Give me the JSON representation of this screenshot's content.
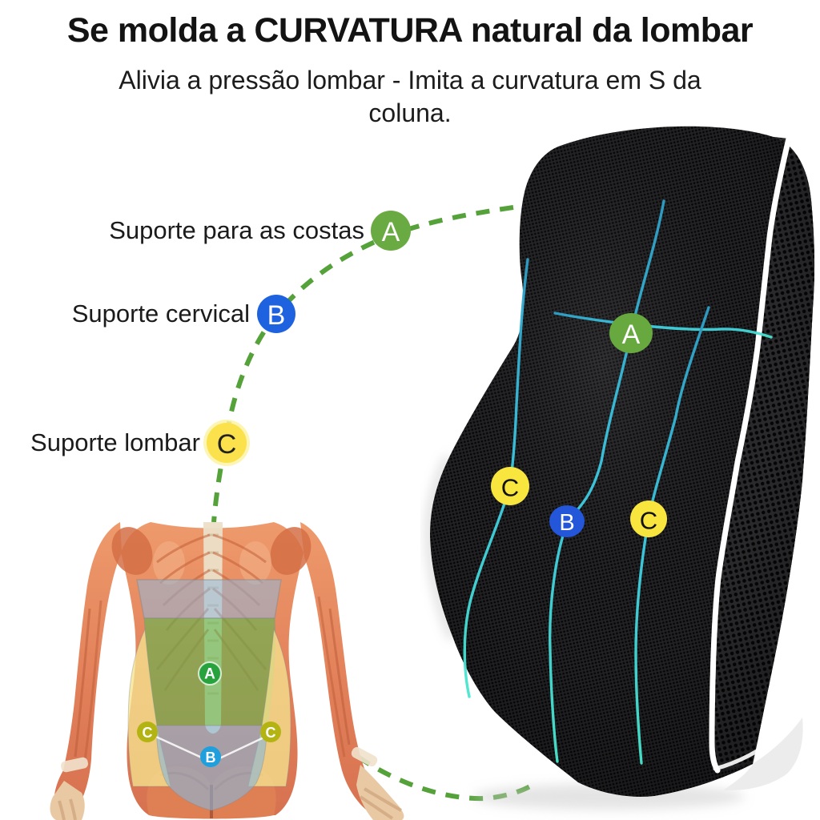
{
  "title": "Se molda a CURVATURA natural da lombar",
  "subtitle": "Alivia a pressão lombar - Imita a curvatura em S da coluna.",
  "subtitle_lines": [
    "Alivia a pressão lombar - Imita a curvatura em S da",
    "coluna."
  ],
  "callouts": [
    {
      "label": "Suporte para as costas",
      "letter": "A",
      "circle_color": "#6aaa43",
      "letter_color": "#ffffff"
    },
    {
      "label": "Suporte cervical",
      "letter": "B",
      "circle_color": "#1f62e0",
      "letter_color": "#ffffff"
    },
    {
      "label": "Suporte lombar",
      "letter": "C",
      "circle_color": "#fbe14c",
      "letter_color": "#222222"
    }
  ],
  "cushion": {
    "markers": [
      {
        "letter": "A",
        "circle_color": "#67a93f",
        "letter_color": "#ffffff"
      },
      {
        "letter": "C",
        "circle_color": "#f8e53e",
        "letter_color": "#111111"
      },
      {
        "letter": "B",
        "circle_color": "#2356d8",
        "letter_color": "#ffffff"
      },
      {
        "letter": "C",
        "circle_color": "#f8e53e",
        "letter_color": "#111111"
      }
    ]
  },
  "anatomy": {
    "markers": [
      {
        "letter": "A",
        "circle_color": "#28a23c",
        "letter_color": "#ffffff"
      },
      {
        "letter": "C",
        "circle_color": "#b3b412",
        "letter_color": "#ffffff"
      },
      {
        "letter": "C",
        "circle_color": "#b3b412",
        "letter_color": "#ffffff"
      },
      {
        "letter": "B",
        "circle_color": "#1fa0dc",
        "letter_color": "#ffffff"
      }
    ]
  },
  "colors": {
    "dashed_line_green": "#55a13a",
    "flow_line_cyan": "#3fd0d8",
    "title_text": "#131313",
    "body_text": "#1c1c1c",
    "cushion_black": "#1b1b1d",
    "piping_white": "#ffffff",
    "overlay_blue": "#8fb8dc",
    "overlay_green": "#5cb84e",
    "overlay_yellow": "#f5e390",
    "muscle_tone": "#e89065"
  }
}
